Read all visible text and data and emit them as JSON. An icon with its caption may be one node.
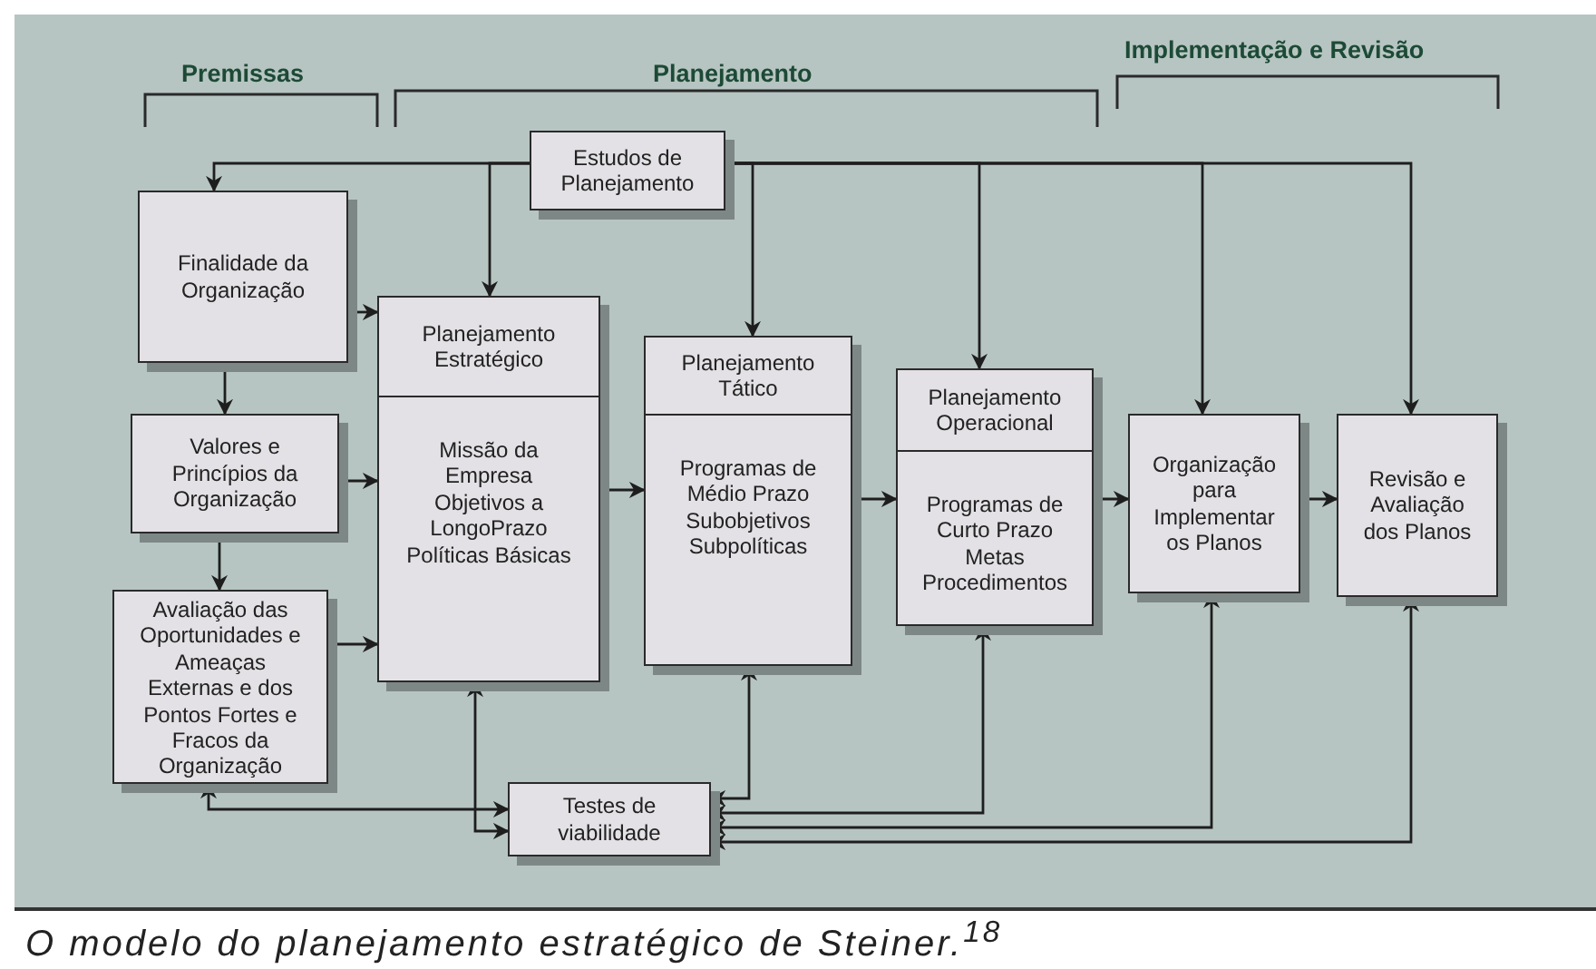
{
  "diagram": {
    "caption": "O modelo do planejamento estratégico de Steiner.$^{18}$",
    "nodes": [
      {
        "text": [
          "Estudos de Planejamento"
        ]
      },
      {
        "text": [
          "Finalidade da Organização"
        ]
      },
      {
        "text": [
          "Valores e Princípios da Organização"
        ]
      },
      {
        "text": [
          "Avaliação das Oportunidades e Ameaças Externas e dos Pontos Fortes e Fracos da Organização"
        ]
      },
      {
        "text": [
          "Planejamento Estratégico",
          "Missão da Empresa Objetivos a LongoPrazo Políticas Básicas"
        ]
      },
      {
        "text": [
          "Planejamento Tático",
          "Programas de Médio Prazo Subobjetivos Subpolíticas"
        ]
      },
      {
        "text": [
          "Planejamento Operacional",
          "Programas de Curto Prazo Metas Procedimentos"
        ]
      },
      {
        "text": [
          "Organização para Implementar os Planos"
        ]
      },
      {
        "text": [
          "Revisão e Avaliação dos Planos"
        ]
      },
      {
        "text": [
          "Testes de viabilidade"
        ]
      }
    ],
    "edges": [
      {
        "from": 0,
        "to": 1,
        "arrow": "to"
      },
      {
        "from": 0,
        "to": 4,
        "arrow": "to"
      },
      {
        "from": 0,
        "to": 5,
        "arrow": "to"
      },
      {
        "from": 0,
        "to": 6,
        "arrow": "to"
      },
      {
        "from": 0,
        "to": 7,
        "arrow": "to"
      },
      {
        "from": 0,
        "to": 8,
        "arrow": "to"
      },
      {
        "from": 1,
        "to": 2,
        "arrow": "to"
      },
      {
        "from": 2,
        "to": 3,
        "arrow": "to"
      },
      {
        "from": 1,
        "to": 4,
        "arrow": "to"
      },
      {
        "from": 2,
        "to": 4,
        "arrow": "to"
      },
      {
        "from": 3,
        "to": 4,
        "arrow": "to"
      },
      {
        "from": 4,
        "to": 5,
        "arrow": "to"
      },
      {
        "from": 5,
        "to": 6,
        "arrow": "to"
      },
      {
        "from": 6,
        "to": 7,
        "arrow": "to"
      },
      {
        "from": 7,
        "to": 8,
        "arrow": "to"
      },
      {
        "from": 3,
        "to": 9,
        "arrow": "both"
      },
      {
        "from": 4,
        "to": 9,
        "arrow": "both"
      },
      {
        "from": 5,
        "to": 9,
        "arrow": "both"
      },
      {
        "from": 6,
        "to": 9,
        "arrow": "both"
      },
      {
        "from": 7,
        "to": 9,
        "arrow": "both"
      },
      {
        "from": 8,
        "to": 9,
        "arrow": "both"
      }
    ],
    "labels": [
      "Premissas",
      "Planejamento",
      "Implementação e Revisão"
    ]
  }
}
